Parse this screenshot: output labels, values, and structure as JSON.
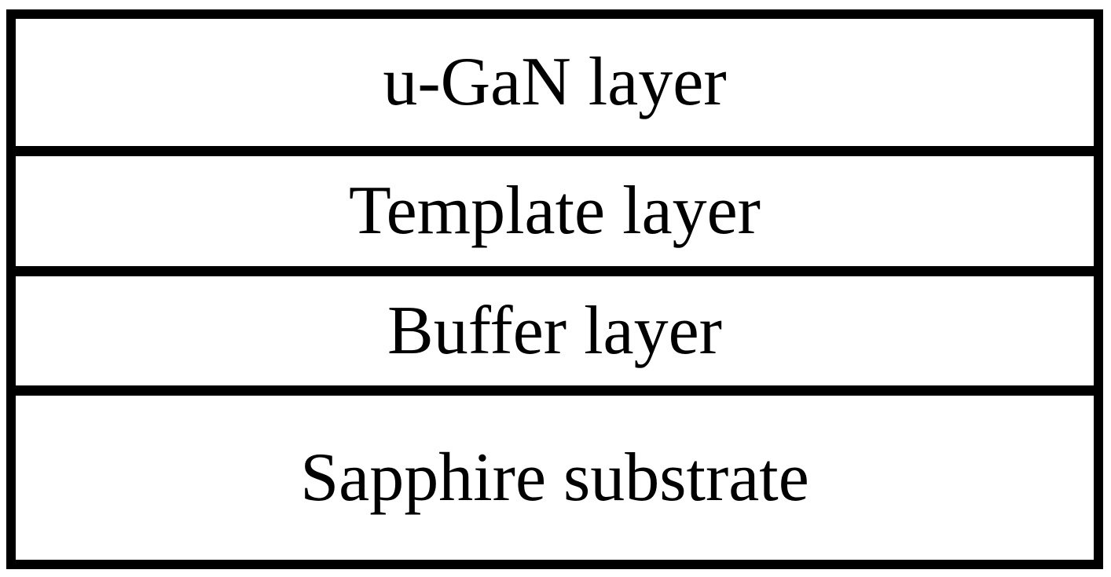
{
  "diagram": {
    "type": "layer-stack",
    "layers": [
      {
        "id": "u-gan",
        "label": "u-GaN layer"
      },
      {
        "id": "template",
        "label": "Template layer"
      },
      {
        "id": "buffer",
        "label": "Buffer layer"
      },
      {
        "id": "substrate",
        "label": "Sapphire substrate"
      }
    ],
    "colors": {
      "border": "#000000",
      "background": "#ffffff",
      "text": "#000000"
    }
  }
}
